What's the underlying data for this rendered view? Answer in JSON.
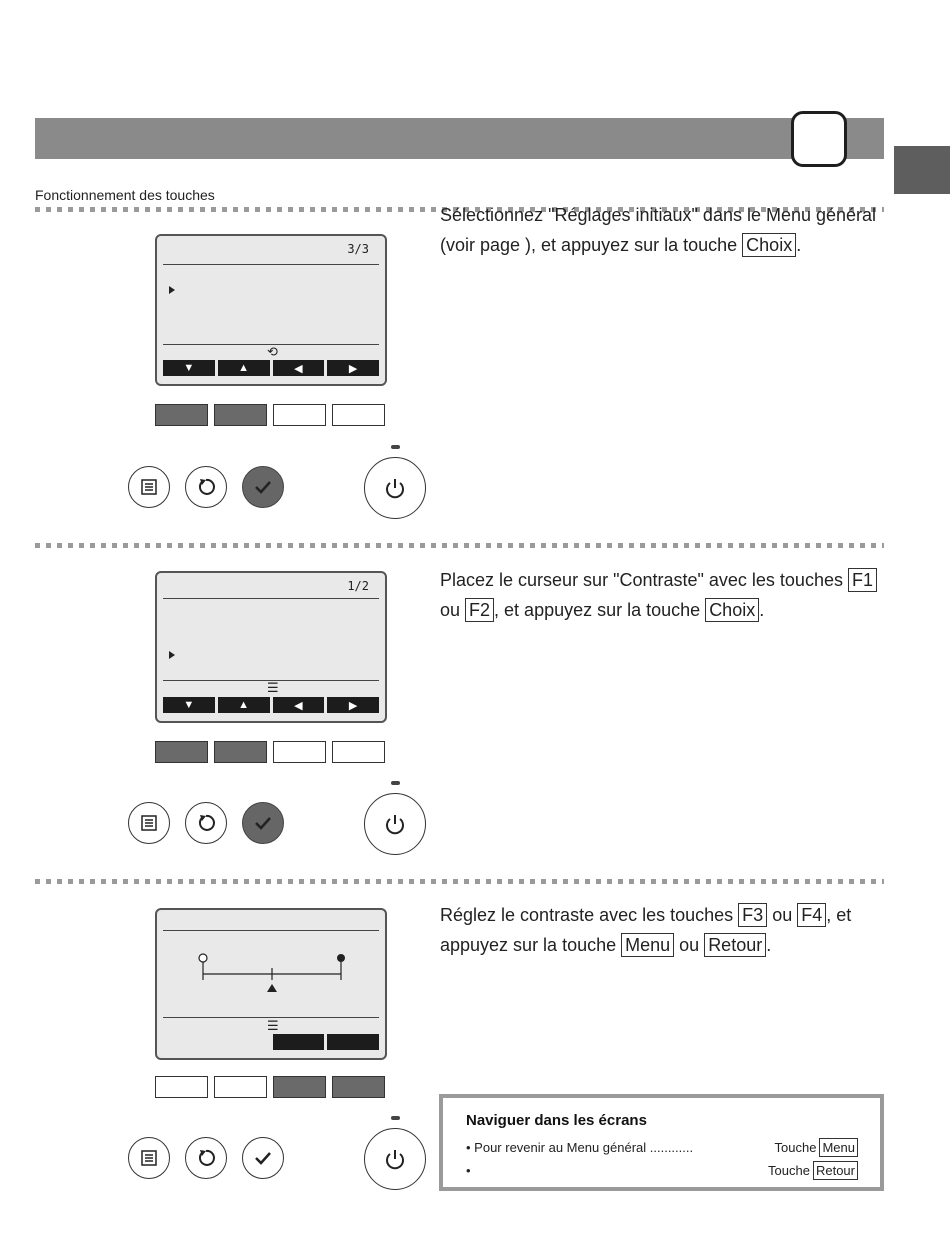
{
  "header": {
    "section_title": "Fonctionnement des touches"
  },
  "steps": [
    {
      "lcd": {
        "page": "3/3",
        "fkeys": [
          "▼",
          "▲",
          "◀",
          "▶"
        ],
        "icon": "return-icon"
      },
      "text_before": "Sélectionnez \"Réglages initiaux\" dans le Menu général (voir page     ), et appuyez sur la touche ",
      "key1": "Choix",
      "text_after": ".",
      "fkeys_pressed": [
        "F1",
        "F2"
      ],
      "round_buttons": [
        "menu-button",
        "return-button",
        "select-button"
      ]
    },
    {
      "lcd": {
        "page": "1/2",
        "fkeys": [
          "▼",
          "▲",
          "◀",
          "▶"
        ],
        "icon": "menu-icon"
      },
      "text_before": "Placez le curseur sur \"Contraste\" avec les touches ",
      "key1": "F1",
      "text_mid": " ou ",
      "key2": "F2",
      "text_mid2": ", et appuyez sur la touche ",
      "key3": "Choix",
      "text_after": ".",
      "fkeys_pressed": [
        "F1",
        "F2"
      ],
      "round_buttons": [
        "menu-button",
        "return-button",
        "select-button"
      ]
    },
    {
      "lcd": {
        "icon": "menu-icon",
        "contrast_level": 0.5
      },
      "text_before": "Réglez le contraste avec les touches ",
      "key1": "F3",
      "text_mid": " ou ",
      "key2": "F4",
      "text_mid2": ", et appuyez sur la touche ",
      "key3": "Menu",
      "text_mid3": " ou ",
      "key4": "Retour",
      "text_after": ".",
      "fkeys_pressed": [
        "F3",
        "F4"
      ],
      "round_buttons": [
        "menu-button",
        "return-button",
        "select-button"
      ]
    }
  ],
  "nav_box": {
    "title": "Naviguer dans les écrans",
    "rows": [
      {
        "label": "• Pour revenir au Menu général ............",
        "touche": "Touche",
        "key": "Menu"
      },
      {
        "label": "•",
        "touche": "Touche",
        "key": "Retour"
      }
    ]
  },
  "colors": {
    "header_bar": "#8a8a8a",
    "side_tab": "#5e5e5e",
    "pressed_key": "#6a6a6a",
    "lcd_bg": "#e9e9e9"
  }
}
